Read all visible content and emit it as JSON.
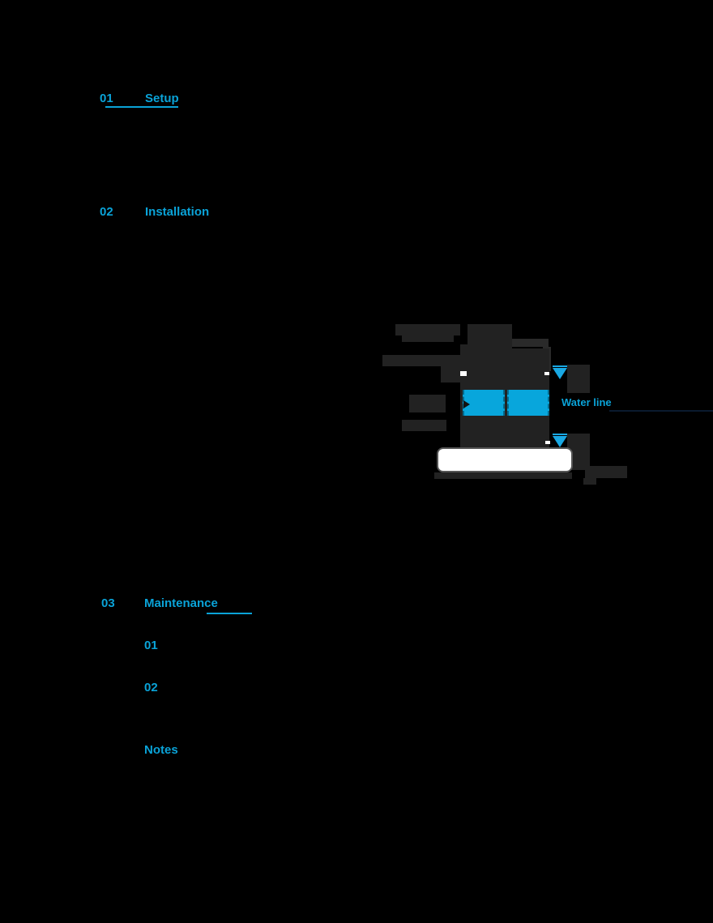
{
  "sections": [
    {
      "number": "01",
      "title": "Setup"
    },
    {
      "number": "02",
      "title": "Installation"
    },
    {
      "number": "03",
      "title": "Maintenance"
    }
  ],
  "subsections": [
    {
      "number": "01",
      "title": ""
    },
    {
      "number": "02",
      "title": ""
    }
  ],
  "note_label": "Notes",
  "diagram": {
    "callout_label": "Water line",
    "colors": {
      "accent": "#0aa3d8",
      "cartridge": "#08a6dc",
      "label_block": "#222222",
      "tray": "#ffffff"
    }
  }
}
